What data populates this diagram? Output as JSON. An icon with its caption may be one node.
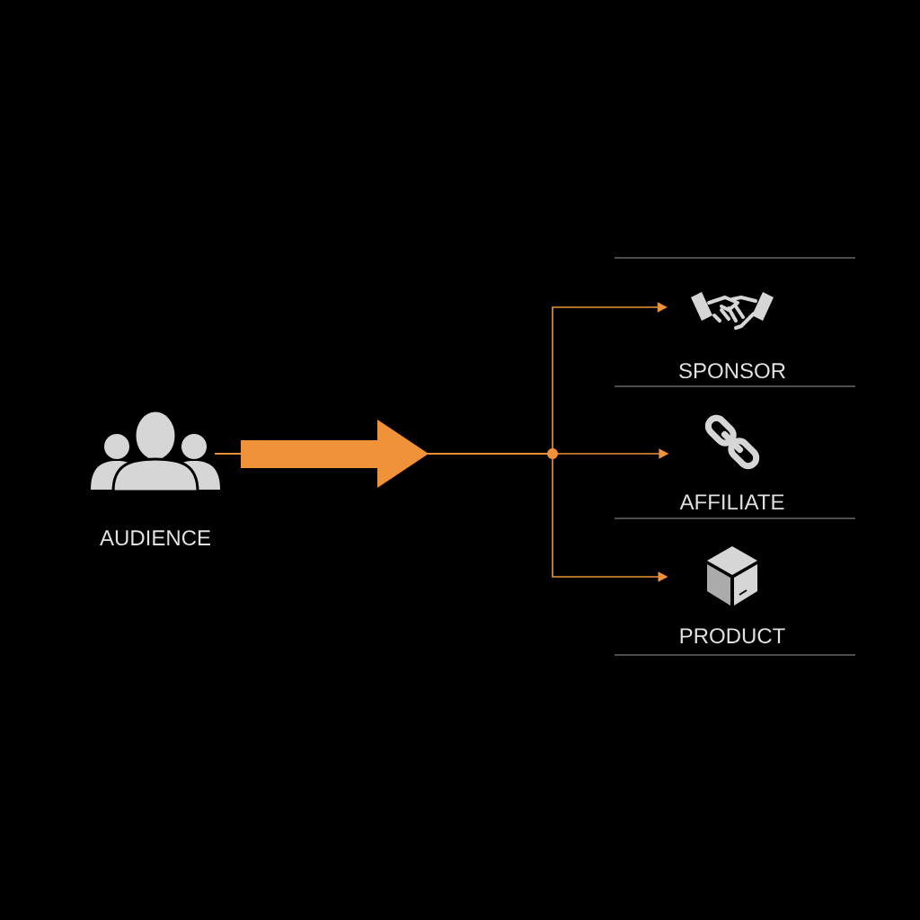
{
  "diagram": {
    "nodes": [
      {
        "text": [
          "AUDIENCE"
        ]
      },
      {
        "text": [
          "SPONSOR"
        ]
      },
      {
        "text": [
          "AFFILIATE"
        ]
      },
      {
        "text": [
          "PRODUCT"
        ]
      }
    ],
    "edges": [
      {
        "from": 0,
        "to": 1,
        "arrow": "to"
      },
      {
        "from": 0,
        "to": 2,
        "arrow": "to"
      },
      {
        "from": 0,
        "to": 3,
        "arrow": "to"
      }
    ]
  }
}
